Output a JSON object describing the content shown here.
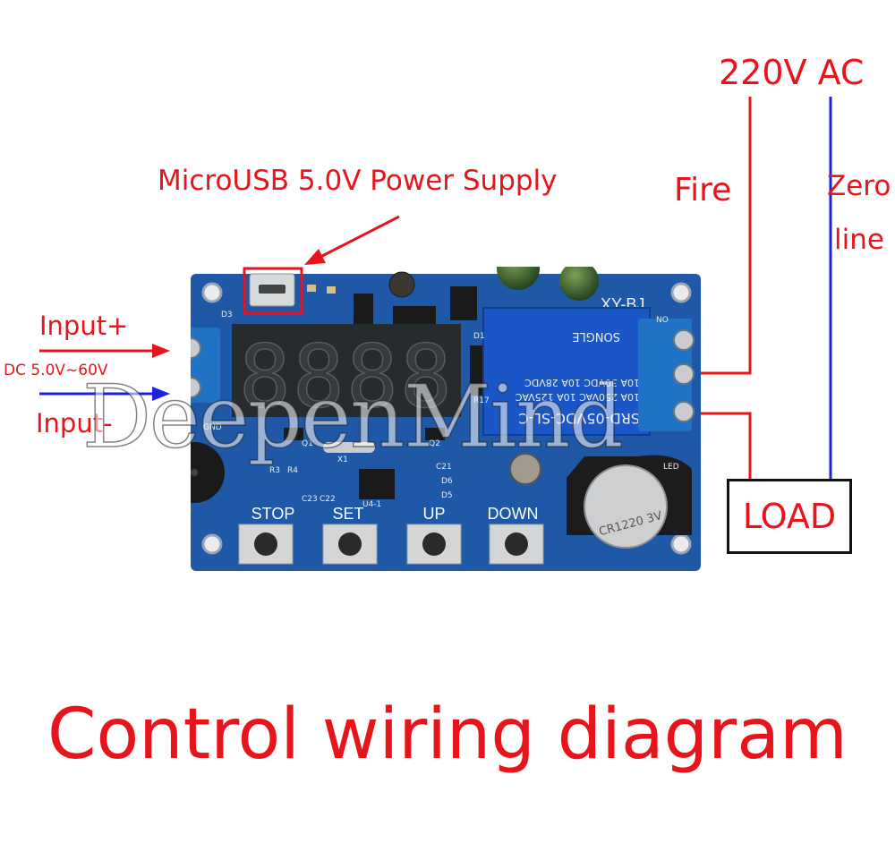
{
  "annotations": {
    "power_supply": "MicroUSB 5.0V Power Supply",
    "input_plus": "Input+",
    "dc_range": "DC 5.0V~60V",
    "input_minus": "Input-",
    "ac_source": "220V AC",
    "fire": "Fire",
    "zero": "Zero",
    "line": "line",
    "load": "LOAD"
  },
  "board": {
    "model": "XY-BJ",
    "buttons": [
      "STOP",
      "SET",
      "UP",
      "DOWN"
    ],
    "silkscreen": {
      "d3": "D3",
      "d1": "D1",
      "r17": "R17",
      "q1": "Q1",
      "q2": "Q2",
      "x1": "X1",
      "gnd": "GND",
      "r3": "R3",
      "r4": "R4",
      "c23": "C23",
      "c22": "C22",
      "u4": "U4-1",
      "c21": "C21",
      "d6": "D6",
      "d5": "D5",
      "led": "LED",
      "no": "NO"
    },
    "relay_lines": [
      "SRD-05VDC-SL-C",
      "10A 250VAC  10A 125VAC",
      "10A 30VDC   10A 28VDC"
    ],
    "relay_brand": "SONGLE",
    "battery_text": "CR1220 3V"
  },
  "caption": "Control wiring diagram",
  "watermark": "DeepenMind",
  "colors": {
    "annotation": "#e8141c",
    "neutral_wire": "#1c22e0",
    "board": "#1f58a6",
    "display": "#262b2e",
    "terminal": "#1f72c4"
  }
}
